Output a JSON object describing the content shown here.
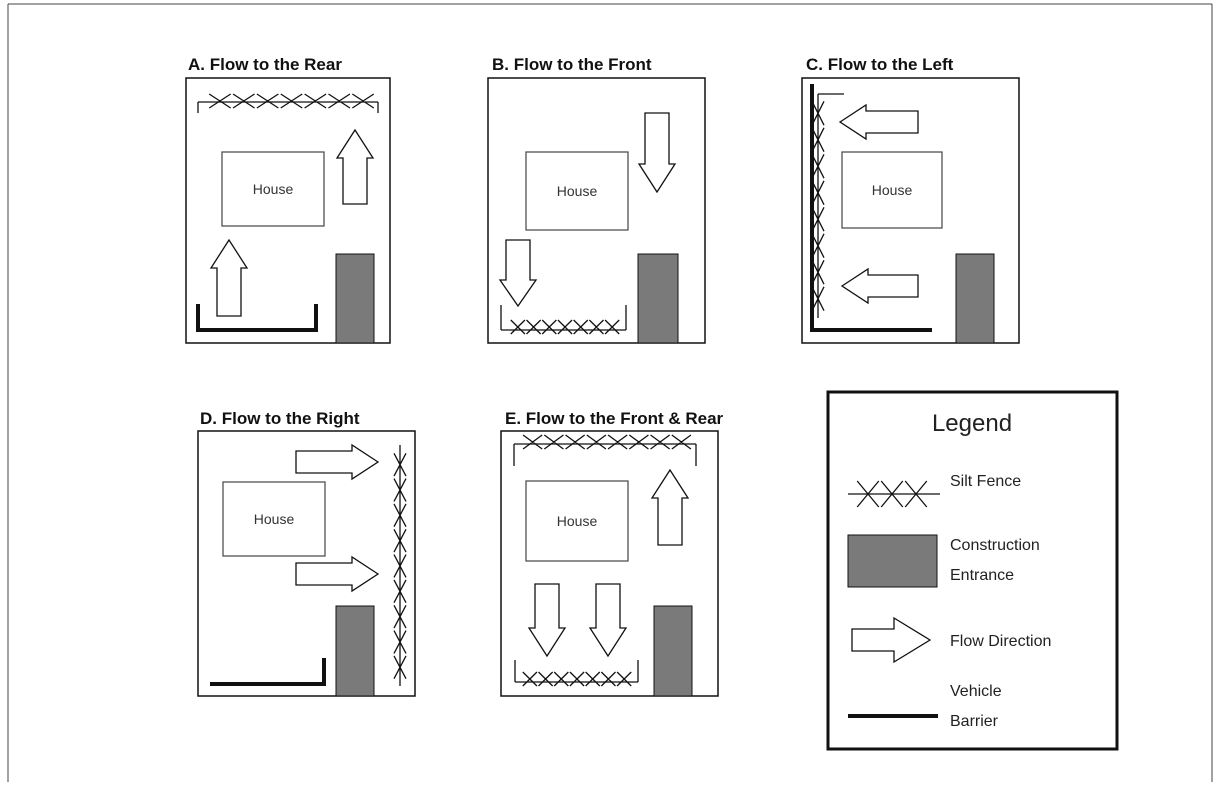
{
  "diagrams": {
    "a": {
      "title": "A. Flow to the Rear",
      "house": "House"
    },
    "b": {
      "title": "B. Flow to the Front",
      "house": "House"
    },
    "c": {
      "title": "C. Flow to the Left",
      "house": "House"
    },
    "d": {
      "title": "D. Flow to the Right",
      "house": "House"
    },
    "e": {
      "title": "E. Flow to the Front & Rear",
      "house": "House"
    }
  },
  "legend": {
    "title": "Legend",
    "silt_fence": "Silt Fence",
    "construction_entrance_line1": "Construction",
    "construction_entrance_line2": "Entrance",
    "flow_direction": "Flow Direction",
    "vehicle_barrier_line1": "Vehicle",
    "vehicle_barrier_line2": "Barrier"
  },
  "colors": {
    "construction_entrance_fill": "#7a7a7a",
    "line": "#111111",
    "arrow_fill": "#ffffff"
  }
}
